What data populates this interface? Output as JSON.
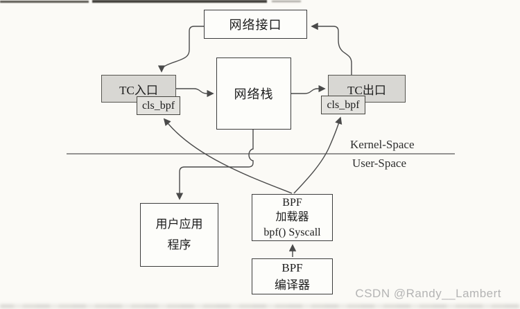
{
  "watermark": "CSDN @Randy__Lambert",
  "colors": {
    "background": "#fbfaf6",
    "box_border": "#3c3c3c",
    "tc_box_fill": "#d8d7d3",
    "cls_bpf_fill": "#e4e3df",
    "line": "#4a4a4a",
    "watermark": "#b4b4b4"
  },
  "diagram": {
    "nodes": {
      "net_interface": {
        "label": "网络接口"
      },
      "net_stack": {
        "label": "网络栈"
      },
      "tc_ingress": {
        "label": "TC入口"
      },
      "cls_bpf_left": {
        "label": "cls_bpf"
      },
      "tc_egress": {
        "label": "TC出口"
      },
      "cls_bpf_right": {
        "label": "cls_bpf"
      },
      "user_app": {
        "lines": [
          "用户应用",
          "程序"
        ]
      },
      "bpf_loader": {
        "lines": [
          "BPF",
          "加载器",
          "bpf() Syscall"
        ]
      },
      "bpf_compiler": {
        "lines": [
          "BPF",
          "编译器"
        ]
      }
    },
    "region_labels": {
      "kernel_space": "Kernel-Space",
      "user_space": "User-Space"
    }
  }
}
